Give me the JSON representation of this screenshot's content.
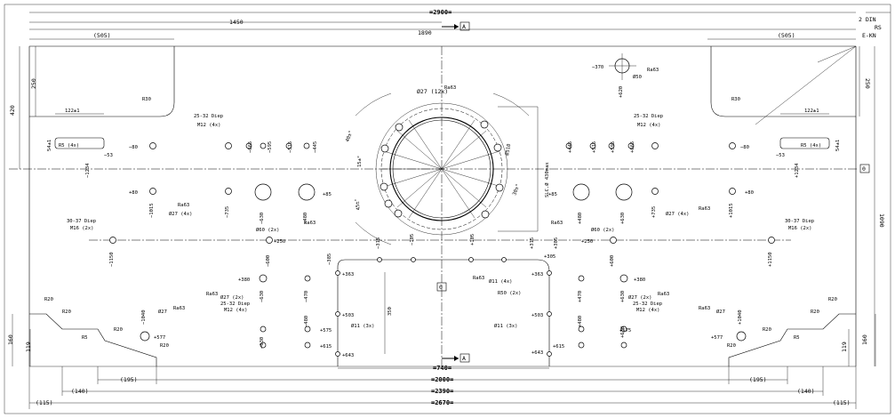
{
  "title_block": {
    "line1": "2  DIN",
    "line2": "RS",
    "line3": "E-KN"
  },
  "overall_dims": {
    "total_width": "=2900=",
    "width_1450": "1450",
    "width_1890": "1890",
    "left_505": "(505)",
    "right_505": "(505)",
    "height_420": "420",
    "height_1090": "1090",
    "left_250": "250",
    "right_250": "250",
    "bottom_160_left": "160",
    "bottom_119_left": "119",
    "bottom_160_right": "160",
    "bottom_119_right": "119",
    "dim_740": "=740=",
    "dim_2000": "=2000=",
    "dim_2390": "=2390=",
    "dim_2670": "=2670=",
    "left_195": "(195)",
    "left_140": "(140)",
    "left_115": "(115)",
    "right_195": "(195)",
    "right_140": "(140)",
    "right_115": "(115)"
  },
  "section_marks": {
    "top": "A",
    "bottom": "A",
    "right_zero": "0",
    "center_zero": "0"
  },
  "radii": {
    "r30_left": "R30",
    "r30_right": "R30",
    "r20_a": "R20",
    "r20_b": "R20",
    "r20_c": "R20",
    "r20_d": "R20",
    "r20_e": "R20",
    "r20_f": "R20",
    "r20_g": "R20",
    "r20_h": "R20",
    "r5_left": "R5",
    "r5_right": "R5",
    "r50": "R50 (2x)"
  },
  "slots": {
    "left_width": "122±1",
    "right_width": "122±1",
    "left_height": "54±1",
    "right_height": "54±1",
    "left_r5": "R5 (4x)",
    "right_r5": "R5 (4x)",
    "left_53": "−53",
    "right_53": "−53"
  },
  "threads": {
    "m12_left_depth": "25-32 Diep",
    "m12_left": "M12 (4x)",
    "m12_right_depth": "25-32 Diep",
    "m12_right": "M12 (4x)",
    "m16_left_depth": "30-37 Diep",
    "m16_left": "M16 (2x)",
    "m16_right_depth": "30-37 Diep",
    "m16_right": "M16 (2x)",
    "m12_low_left_depth": "25-32 Diep",
    "m12_low_left": "M12 (4x)",
    "m12_low_right_depth": "25-32 Diep",
    "m12_low_right": "M12 (4x)"
  },
  "holes": {
    "d27_12x": "Ø27 (12x)",
    "d27_4x_left": "Ø27 (4x)",
    "d27_4x_right": "Ø27 (4x)",
    "d60_left": "Ø60 (2x)",
    "d60_right": "Ø60 (2x)",
    "d11_4x": "Ø11 (4x)",
    "d11_3x_left": "Ø11 (3x)",
    "d11_3x_right": "Ø11 (3x)",
    "d27_2x_left": "Ø27 (2x)",
    "d27_2x_right": "Ø27 (2x)",
    "d27_left": "Ø27",
    "d27_right": "Ø27",
    "d50": "Ø50",
    "roughness": "Ra63"
  },
  "circle": {
    "angle_40": "40±°",
    "angle_15": "15±°",
    "angle_45": "45±°",
    "angle_30": "30±°",
    "dia_510": "Ø510",
    "slc": "SLC.Ø 430max"
  },
  "coords": {
    "m370": "−370",
    "p620": "+620",
    "m80": "−80",
    "p80_left": "+80",
    "m1234": "−1234",
    "m1015": "−1015",
    "m735": "−735",
    "m630": "−630",
    "m480": "−480",
    "p85_left": "+85",
    "m665": "−665",
    "m595": "−595",
    "m515": "−515",
    "m445": "−445",
    "m1150": "−1150",
    "p250_left": "+250",
    "m600": "−600",
    "m315": "−315",
    "m105": "−105",
    "p105": "+105",
    "p315": "+315",
    "m385": "−385",
    "p385": "+385",
    "p305": "+305",
    "p363_left": "+363",
    "p363_right": "+363",
    "p380_left": "+380",
    "m630b": "−630",
    "m470": "−470",
    "p503_left": "+503",
    "p503_right": "+503",
    "p575_left": "+575",
    "p575_right": "+575",
    "p615_left": "+615",
    "p615_right": "+615",
    "p643_left": "+643",
    "p643_right": "+643",
    "d350": "350",
    "m1040": "−1040",
    "p1040": "+1040",
    "p577_left": "+577",
    "p577_right": "+577",
    "p445": "+445",
    "p515": "+515",
    "p595": "+595",
    "p665": "+665",
    "p85_right": "+85",
    "p480": "+480",
    "p630": "+630",
    "p735": "+735",
    "p1015": "+1015",
    "p80_right": "+80",
    "p1234": "+1234",
    "p250_right": "+250",
    "p600": "+600",
    "p1150": "+1150",
    "p380_right": "+380",
    "p630b": "+630",
    "p470": "+470",
    "m80_right": "−80",
    "m480b": "−480",
    "m630c": "−630",
    "p480b": "+480",
    "p630c": "+630"
  }
}
